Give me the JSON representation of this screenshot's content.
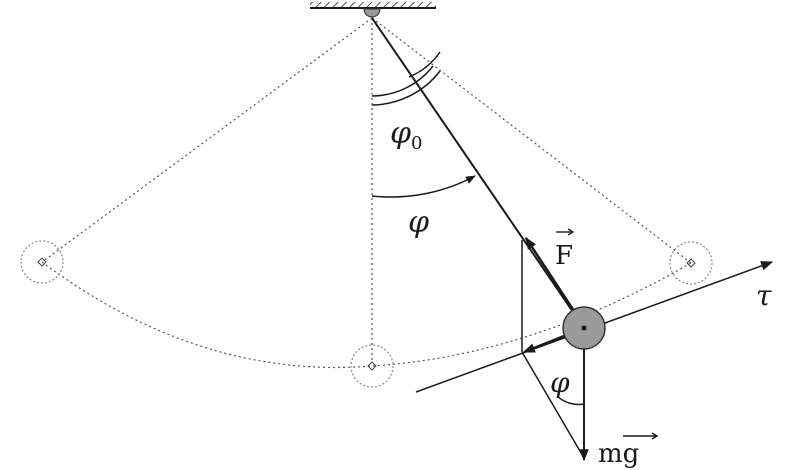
{
  "labels": {
    "phi0_symbol": "φ",
    "phi0_subscript": "0",
    "phi": "φ",
    "phi_bottom": "φ",
    "force": "F",
    "weight_m": "m",
    "weight_g": "g",
    "tangent": "τ"
  },
  "colors": {
    "line": "#1a1a1a",
    "dotted": "#555555",
    "bob_fill": "#9a9a9a",
    "bob_stroke": "#333333",
    "ghost_bob": "#888888"
  }
}
